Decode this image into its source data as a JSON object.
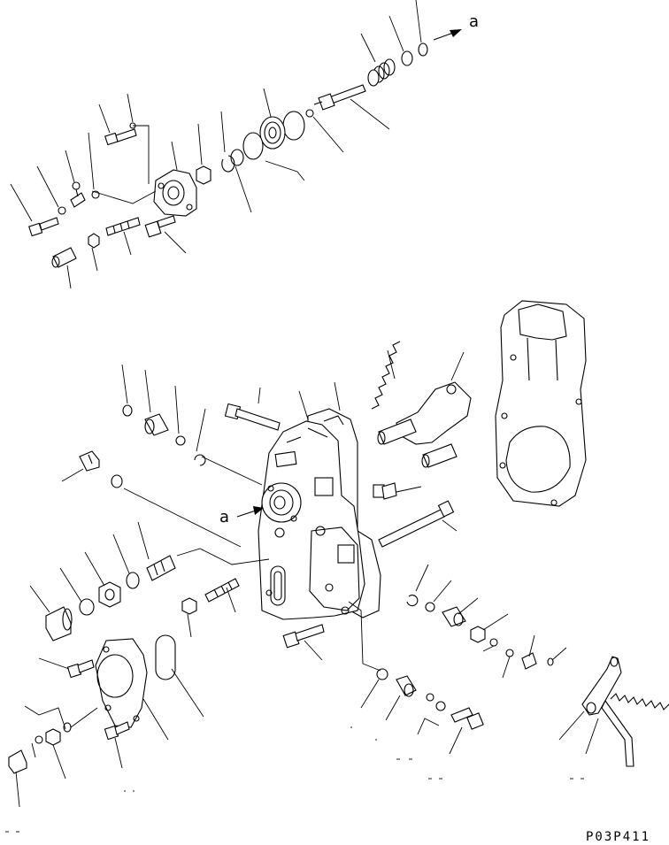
{
  "diagram": {
    "reference_marks": [
      "a",
      "a"
    ],
    "drawing_code": "P03P411",
    "colors": {
      "line": "#000000",
      "background": "#ffffff"
    }
  }
}
